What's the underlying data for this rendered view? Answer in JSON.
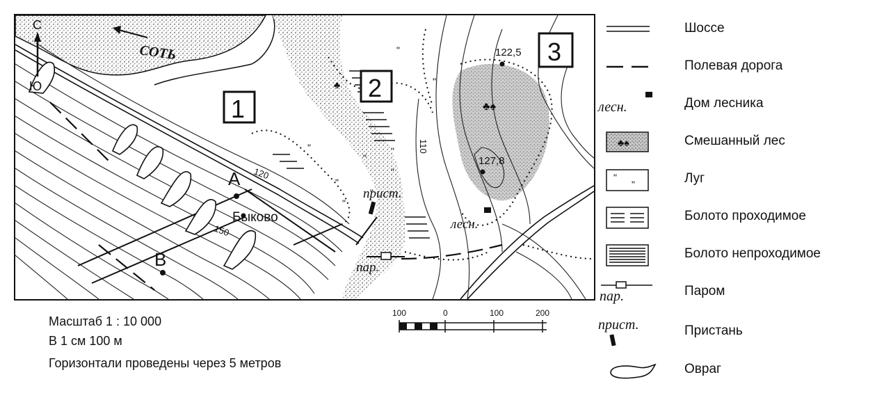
{
  "map": {
    "river_label": "СОТЬ",
    "north_label": "С",
    "south_label": "Ю",
    "point_a": "A",
    "point_b": "B",
    "village": "Быково",
    "contour_110": "110",
    "contour_120": "120",
    "contour_150": "150",
    "height_1": "122,5",
    "height_2": "127,8",
    "pier_label": "прист.",
    "forester_label": "лесн.",
    "ferry_label": "пар.",
    "box_1": "1",
    "box_2": "2",
    "box_3": "3"
  },
  "scale": {
    "ratio": "Масштаб 1 : 10 000",
    "per_cm": "В 1 см 100 м",
    "contours": "Горизонтали проведены через 5 метров",
    "bar_ticks": [
      "100",
      "0",
      "100",
      "200"
    ]
  },
  "legend": [
    {
      "label": "Шоссе",
      "symbol": "highway"
    },
    {
      "label": "Полевая дорога",
      "symbol": "field-road"
    },
    {
      "label": "Дом лесника",
      "symbol": "forester-house",
      "symbol_text": "лесн."
    },
    {
      "label": "Смешанный лес",
      "symbol": "mixed-forest"
    },
    {
      "label": "Луг",
      "symbol": "meadow"
    },
    {
      "label": "Болото проходимое",
      "symbol": "swamp-passable"
    },
    {
      "label": "Болото непроходимое",
      "symbol": "swamp-impassable"
    },
    {
      "label": "Паром",
      "symbol": "ferry",
      "symbol_text": "пар."
    },
    {
      "label": "Пристань",
      "symbol": "pier",
      "symbol_text": "прист."
    },
    {
      "label": "Овраг",
      "symbol": "ravine"
    }
  ]
}
